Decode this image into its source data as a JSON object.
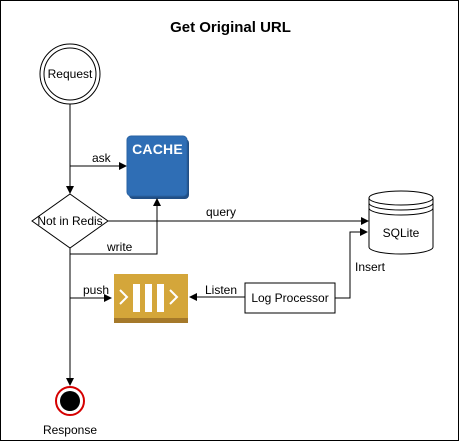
{
  "title": "Get Original URL",
  "nodes": {
    "request": "Request",
    "cache": "CACHE",
    "decision": "Not in Redis",
    "sqlite": "SQLite",
    "log_processor": "Log Processor",
    "response": "Response"
  },
  "edges": {
    "ask": "ask",
    "query": "query",
    "write": "write",
    "insert": "Insert",
    "push": "push",
    "listen": "Listen"
  },
  "colors": {
    "cache_fill": "#2F6EB5",
    "queue_fill": "#D4A63A",
    "end_ring": "#D50000"
  }
}
